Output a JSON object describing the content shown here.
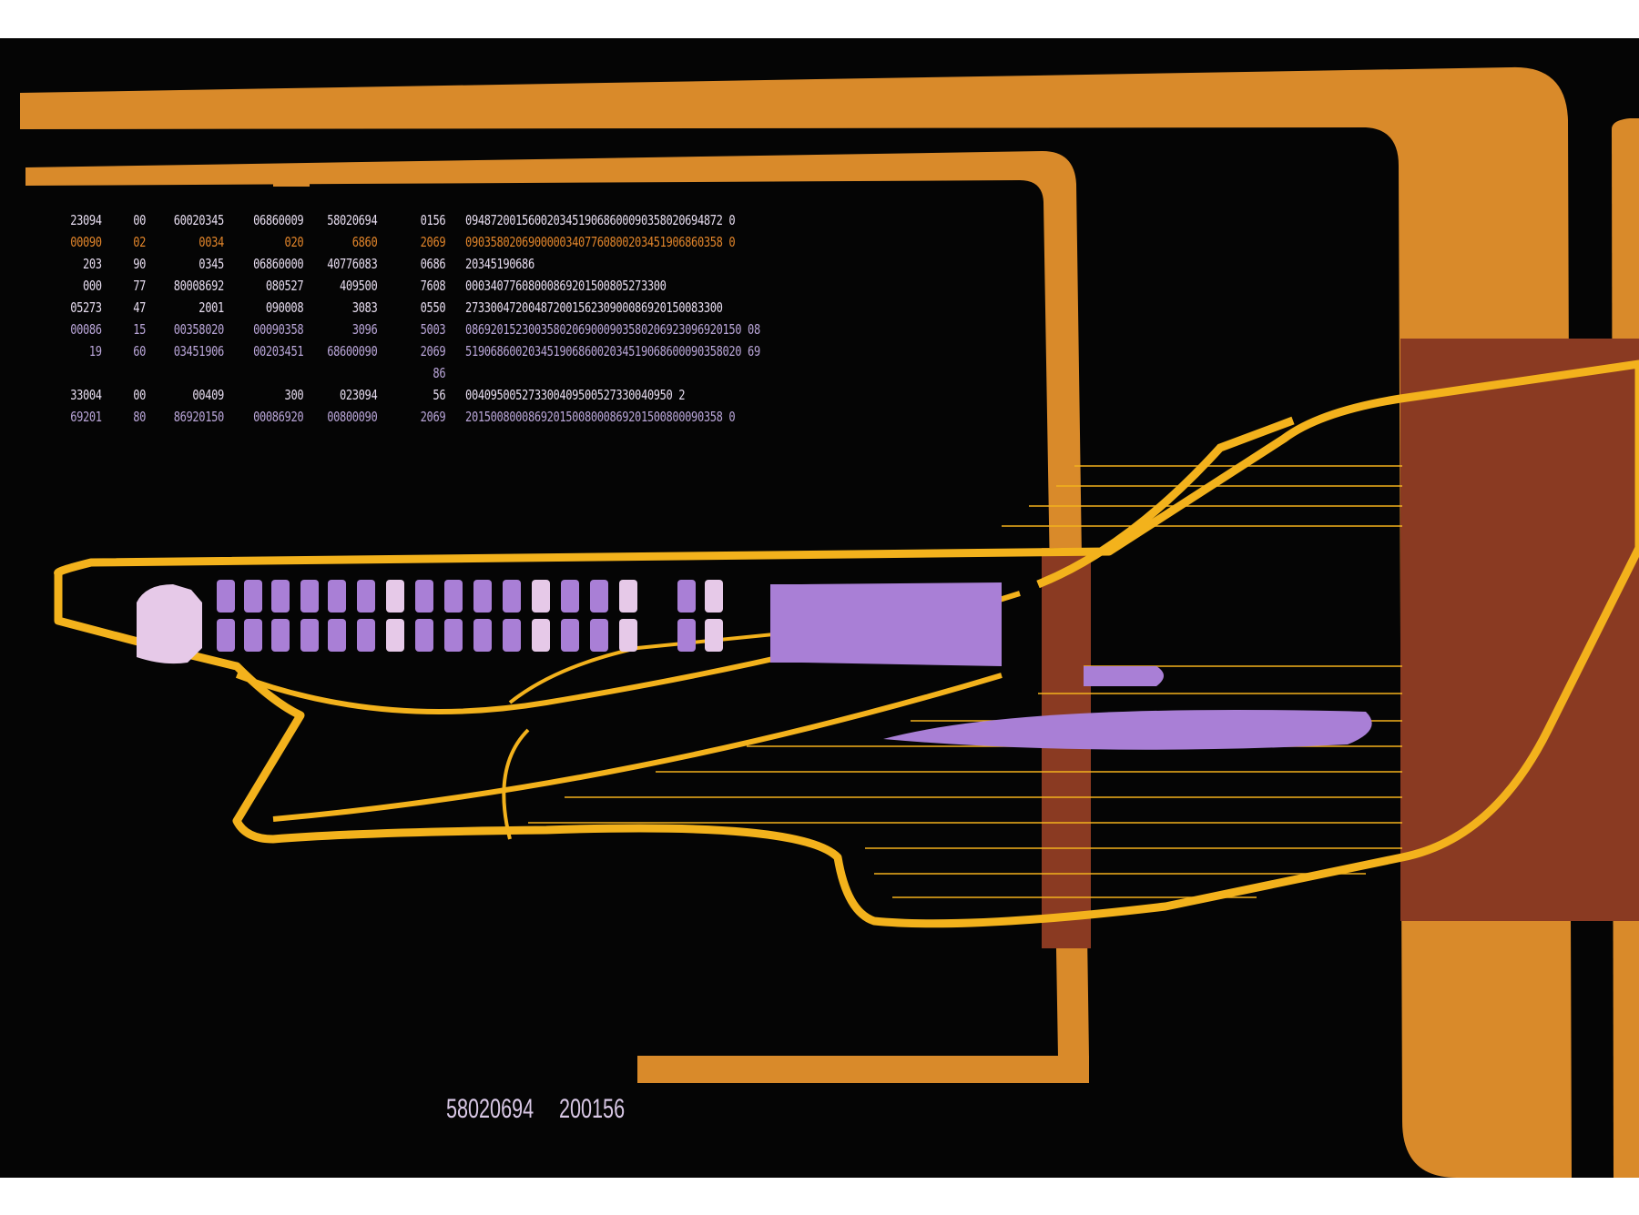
{
  "colors": {
    "background": "#050505",
    "frame_orange": "#d98a2a",
    "hull_yellow": "#f3b21c",
    "rust": "#8a3a22",
    "lavender": "#a97fd6",
    "pale_pink": "#e6c9e8",
    "text_white": "#e6dcef",
    "text_orange": "#e0842a",
    "text_lavender": "#b9a5d8"
  },
  "readout": {
    "rows": [
      {
        "color": "white",
        "cells": [
          "23094",
          "00",
          "60020345",
          "06860009",
          "58020694",
          "0156",
          "09487200156002034519068600090358020694872 0"
        ]
      },
      {
        "color": "orange",
        "cells": [
          "00090",
          "02",
          "0034",
          "020",
          "6860",
          "2069",
          "09035802069000003407760800203451906860358 0"
        ]
      },
      {
        "color": "white",
        "cells": [
          "203",
          "90",
          "0345",
          "06860000",
          "40776083",
          "0686",
          "20345190686"
        ]
      },
      {
        "color": "white",
        "cells": [
          "000",
          "77",
          "80008692",
          "080527",
          "409500",
          "7608",
          "00034077608000869201500805273300"
        ]
      },
      {
        "color": "white",
        "cells": [
          "05273",
          "47",
          "2001",
          "090008",
          "3083",
          "0550",
          "27330047200487200156230900086920150083300"
        ]
      },
      {
        "color": "lavender",
        "cells": [
          "00086",
          "15",
          "00358020",
          "00090358",
          "3096",
          "5003",
          "08692015230035802069000903580206923096920150 08"
        ]
      },
      {
        "color": "lavender",
        "cells": [
          "19",
          "60",
          "03451906",
          "00203451",
          "68600090",
          "2069",
          "51906860020345190686002034519068600090358020 69"
        ]
      },
      {
        "color": "lavender",
        "cells": [
          "",
          "",
          "",
          "",
          "",
          "86",
          ""
        ]
      },
      {
        "color": "white",
        "cells": [
          "33004",
          "00",
          "00409",
          "300",
          "023094",
          "56",
          "004095005273300409500527330040950 2"
        ]
      },
      {
        "color": "lavender",
        "cells": [
          "69201",
          "80",
          "86920150",
          "00086920",
          "00800090",
          "2069",
          "20150080008692015008000869201500800090358 0"
        ]
      }
    ]
  },
  "bottom_codes": [
    "58020694",
    "200156"
  ],
  "icons": [
    "bridge-pod-icon",
    "window-array",
    "engine-nozzle-icon"
  ]
}
